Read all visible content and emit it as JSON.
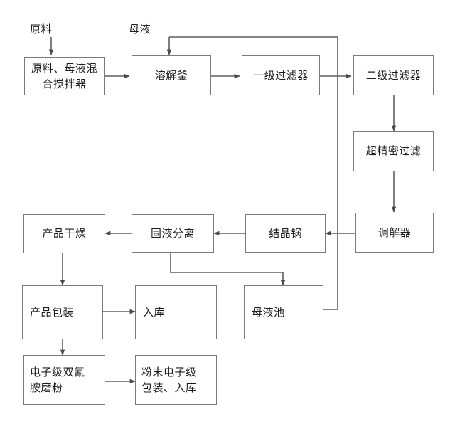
{
  "diagram": {
    "title_text": "",
    "stroke_color": "#5f5f5f",
    "box_border_color": "#7a7a7a",
    "text_color": "#1d1d1d",
    "background": "#ffffff",
    "labels": {
      "raw_material": "原料",
      "mother_liquor": "母液"
    },
    "nodes": [
      {
        "id": "mixer",
        "label": "原料、母液混\n合搅拌器"
      },
      {
        "id": "dissolver",
        "label": "溶解釜"
      },
      {
        "id": "filter1",
        "label": "一级过滤器"
      },
      {
        "id": "filter2",
        "label": "二级过滤器"
      },
      {
        "id": "ultrafilter",
        "label": "超精密过滤"
      },
      {
        "id": "conditioner",
        "label": "调解器"
      },
      {
        "id": "crystallizer",
        "label": "结晶锅"
      },
      {
        "id": "separator",
        "label": "固液分离"
      },
      {
        "id": "drying",
        "label": "产品干燥"
      },
      {
        "id": "packaging",
        "label": "产品包装"
      },
      {
        "id": "warehouse",
        "label": "入库"
      },
      {
        "id": "liquor_pool",
        "label": "母液池"
      },
      {
        "id": "grinding",
        "label": "电子级双氰\n胺磨粉"
      },
      {
        "id": "powder_pack",
        "label": "粉末电子级\n包装、入库"
      }
    ],
    "edges": [
      {
        "from": "raw-material-label",
        "to": "mixer",
        "kind": "arrow-down"
      },
      {
        "from": "mother-liquor-line",
        "to": "dissolver",
        "kind": "arrow-down"
      },
      {
        "from": "mixer",
        "to": "dissolver",
        "kind": "arrow-right"
      },
      {
        "from": "dissolver",
        "to": "filter1",
        "kind": "arrow-right"
      },
      {
        "from": "filter1",
        "to": "filter2",
        "kind": "arrow-right"
      },
      {
        "from": "filter2",
        "to": "ultrafilter",
        "kind": "arrow-down"
      },
      {
        "from": "ultrafilter",
        "to": "conditioner",
        "kind": "arrow-down"
      },
      {
        "from": "conditioner",
        "to": "crystallizer",
        "kind": "arrow-left"
      },
      {
        "from": "crystallizer",
        "to": "separator",
        "kind": "arrow-left"
      },
      {
        "from": "separator",
        "to": "drying",
        "kind": "arrow-left"
      },
      {
        "from": "separator",
        "to": "liquor_pool",
        "kind": "elbow-down-right"
      },
      {
        "from": "drying",
        "to": "packaging",
        "kind": "arrow-down"
      },
      {
        "from": "packaging",
        "to": "warehouse",
        "kind": "arrow-right"
      },
      {
        "from": "packaging",
        "to": "grinding",
        "kind": "arrow-down"
      },
      {
        "from": "grinding",
        "to": "powder_pack",
        "kind": "arrow-right"
      },
      {
        "from": "liquor_pool",
        "to": "dissolver",
        "kind": "recycle-loop"
      }
    ]
  }
}
